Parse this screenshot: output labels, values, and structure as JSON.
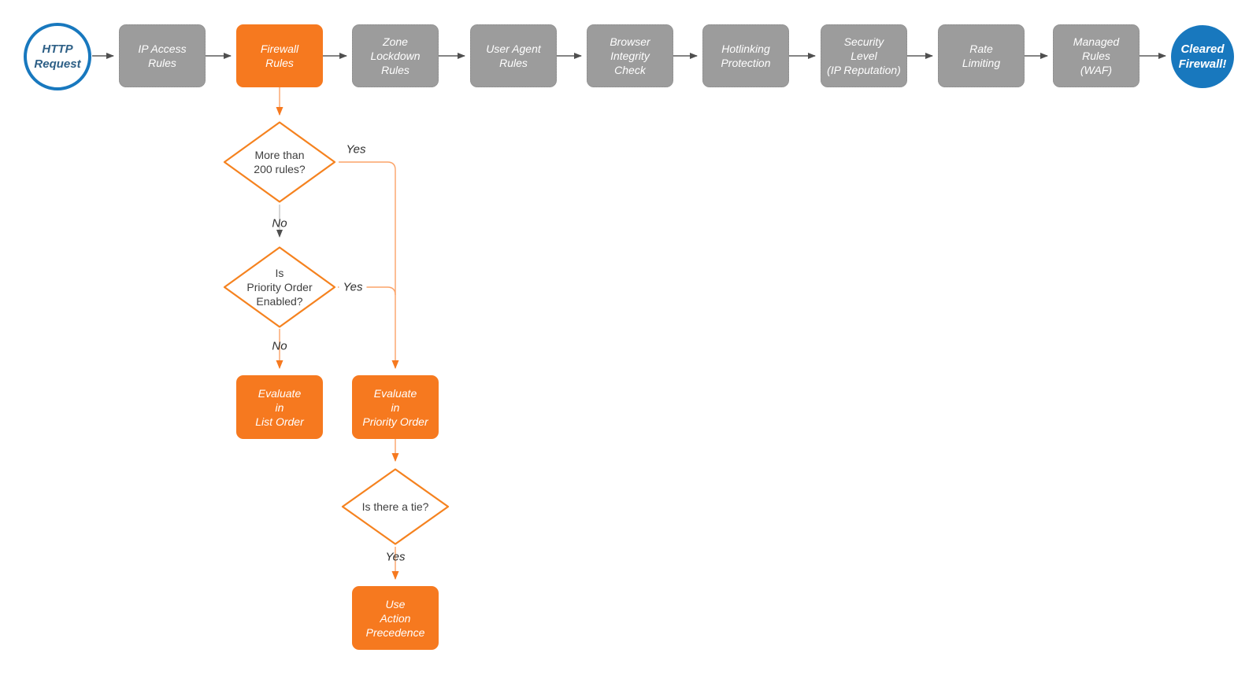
{
  "colors": {
    "accent_orange": "#F6791F",
    "accent_blue": "#1878BE",
    "node_gray": "#9C9C9C",
    "arrow_dark": "#4F4F4F",
    "diamond_border": "#F5821F"
  },
  "flow": {
    "start": {
      "label": "HTTP\nRequest"
    },
    "pipeline": [
      {
        "label": "IP Access\nRules"
      },
      {
        "label": "Firewall\nRules"
      },
      {
        "label": "Zone\nLockdown\nRules"
      },
      {
        "label": "User Agent\nRules"
      },
      {
        "label": "Browser\nIntegrity\nCheck"
      },
      {
        "label": "Hotlinking\nProtection"
      },
      {
        "label": "Security\nLevel\n(IP Reputation)"
      },
      {
        "label": "Rate\nLimiting"
      },
      {
        "label": "Managed\nRules\n(WAF)"
      }
    ],
    "end": {
      "label": "Cleared\nFirewall!"
    },
    "decisions": [
      {
        "label": "More than\n200 rules?"
      },
      {
        "label": "Is\nPriority Order\nEnabled?"
      },
      {
        "label": "Is there a tie?"
      }
    ],
    "actions": [
      {
        "label": "Evaluate\nin\nList Order"
      },
      {
        "label": "Evaluate\nin\nPriority Order"
      },
      {
        "label": "Use\nAction\nPrecedence"
      }
    ],
    "edge_labels": [
      {
        "text": "Yes"
      },
      {
        "text": "No"
      },
      {
        "text": "Yes"
      },
      {
        "text": "No"
      },
      {
        "text": "Yes"
      }
    ]
  }
}
